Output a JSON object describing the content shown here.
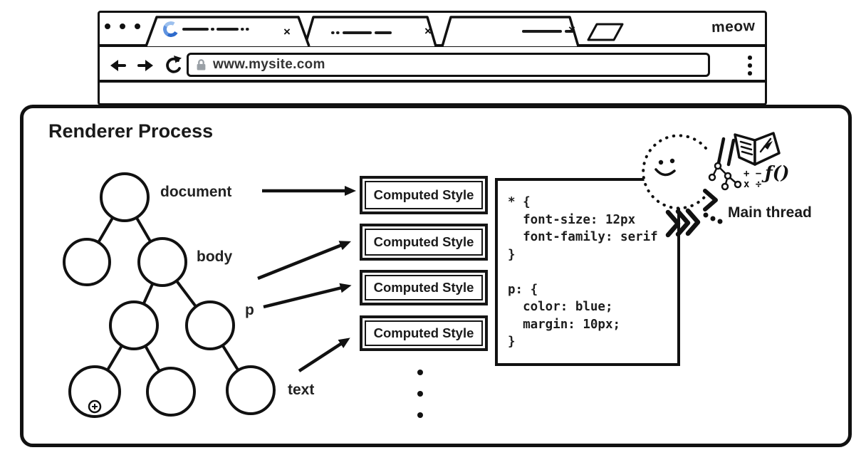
{
  "browser": {
    "brand": "meow",
    "address": "www.mysite.com",
    "tab_close_glyph": "×"
  },
  "renderer": {
    "title": "Renderer Process",
    "tree": {
      "document": "document",
      "body": "body",
      "p": "p",
      "text": "text"
    },
    "computed_style_boxes": [
      "Computed Style",
      "Computed Style",
      "Computed Style",
      "Computed Style"
    ],
    "stylesheet_code": "* {\n  font-size: 12px\n  font-family: serif\n}\n\np: {\n  color: blue;\n  margin: 10px;\n}",
    "main_thread": {
      "label": "Main thread",
      "math_icon_top": "+ −",
      "math_icon_bottom": "x ÷",
      "function_icon": "ƒ()"
    }
  },
  "colors": {
    "ink": "#111111",
    "spinner_dark": "#2e6bcc",
    "spinner_mid": "#5f93e0",
    "spinner_light": "#9cc0ee",
    "lock_gray": "#9aa0a6"
  }
}
